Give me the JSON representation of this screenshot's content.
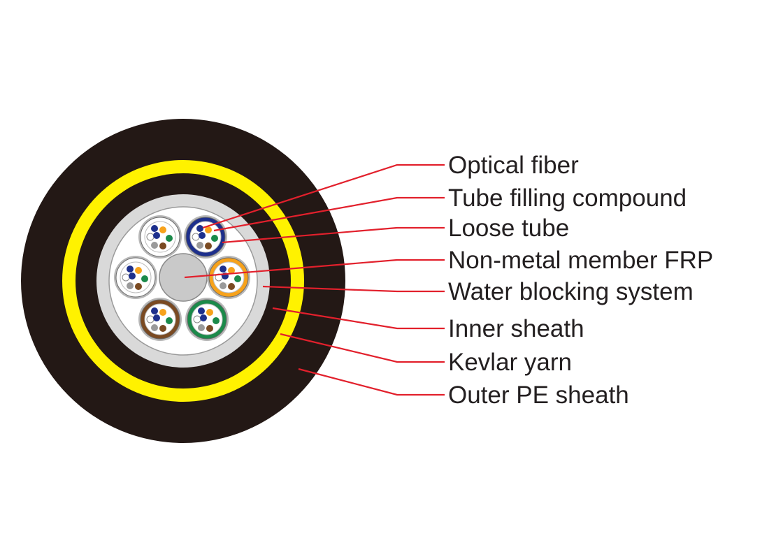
{
  "diagram": {
    "colors": {
      "outer_sheath": "#231815",
      "kevlar": "#fff200",
      "inner_sheath": "#231815",
      "water_blocking": "#d9d9d9",
      "leader": "#e2202c",
      "frp": "#c9c9c9"
    },
    "labels": [
      {
        "key": "optical_fiber",
        "text": "Optical fiber"
      },
      {
        "key": "tube_filling",
        "text": "Tube filling compound"
      },
      {
        "key": "loose_tube",
        "text": "Loose tube"
      },
      {
        "key": "frp",
        "text": "Non-metal member FRP"
      },
      {
        "key": "water_blocking",
        "text": "Water blocking system"
      },
      {
        "key": "inner_sheath",
        "text": "Inner sheath"
      },
      {
        "key": "kevlar",
        "text": "Kevlar yarn"
      },
      {
        "key": "outer_sheath",
        "text": "Outer PE sheath"
      }
    ],
    "loose_tubes": [
      {
        "name": "loose-tube-top-left",
        "ring_color": "#ffffff"
      },
      {
        "name": "loose-tube-top-right",
        "ring_color": "#1d2f8c"
      },
      {
        "name": "loose-tube-right",
        "ring_color": "#f7a21b"
      },
      {
        "name": "loose-tube-bottom-right",
        "ring_color": "#1b8a4a"
      },
      {
        "name": "loose-tube-bottom-left",
        "ring_color": "#7a4a22"
      },
      {
        "name": "loose-tube-left",
        "ring_color": "#ffffff"
      }
    ],
    "fiber_colors": [
      "#1d2f8c",
      "#f7a21b",
      "#1b8a4a",
      "#7a4a22",
      "#9a9a9a",
      "#ffffff"
    ]
  }
}
